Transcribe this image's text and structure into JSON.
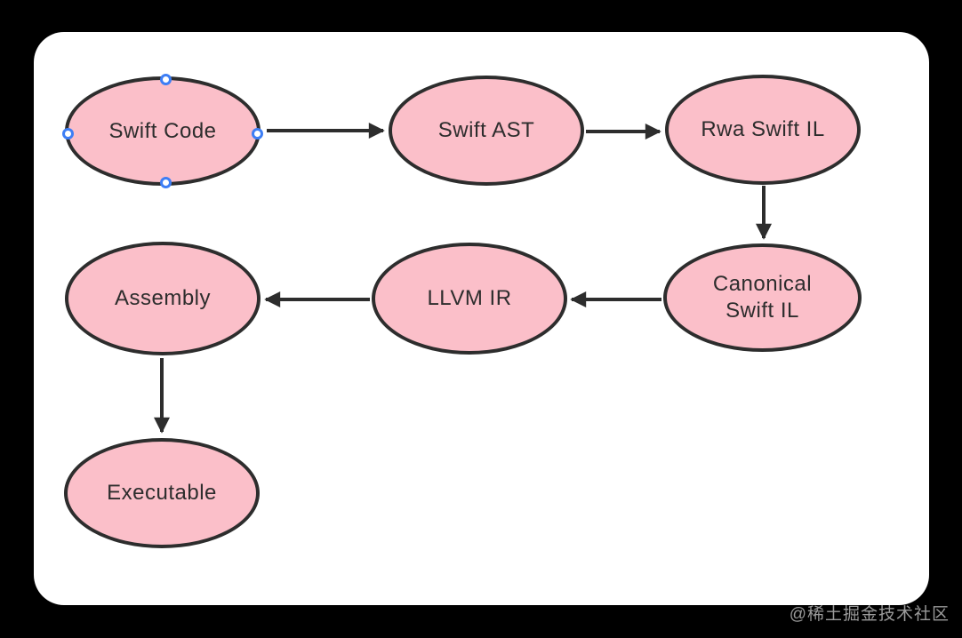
{
  "canvas": {
    "background_color": "#000000",
    "panel_color": "#ffffff"
  },
  "diagram": {
    "type": "flowchart",
    "node_shape": "ellipse",
    "node_fill_color": "#fbbfc9",
    "node_stroke_color": "#2d2d2d",
    "text_color": "#2d2d2d",
    "selection_handle_color": "#3d7ef5",
    "nodes": [
      {
        "id": "swift-code",
        "label": "Swift Code",
        "selected": true
      },
      {
        "id": "swift-ast",
        "label": "Swift AST",
        "selected": false
      },
      {
        "id": "rwa-swift-il",
        "label": "Rwa Swift IL",
        "selected": false
      },
      {
        "id": "canonical-swift-il",
        "label": "Canonical Swift IL",
        "selected": false
      },
      {
        "id": "llvm-ir",
        "label": "LLVM IR",
        "selected": false
      },
      {
        "id": "assembly",
        "label": "Assembly",
        "selected": false
      },
      {
        "id": "executable",
        "label": "Executable",
        "selected": false
      }
    ],
    "edges": [
      {
        "from": "swift-code",
        "to": "swift-ast"
      },
      {
        "from": "swift-ast",
        "to": "rwa-swift-il"
      },
      {
        "from": "rwa-swift-il",
        "to": "canonical-swift-il"
      },
      {
        "from": "canonical-swift-il",
        "to": "llvm-ir"
      },
      {
        "from": "llvm-ir",
        "to": "assembly"
      },
      {
        "from": "assembly",
        "to": "executable"
      }
    ]
  },
  "watermark": {
    "text": "@稀土掘金技术社区",
    "color": "#9b9b9b"
  }
}
